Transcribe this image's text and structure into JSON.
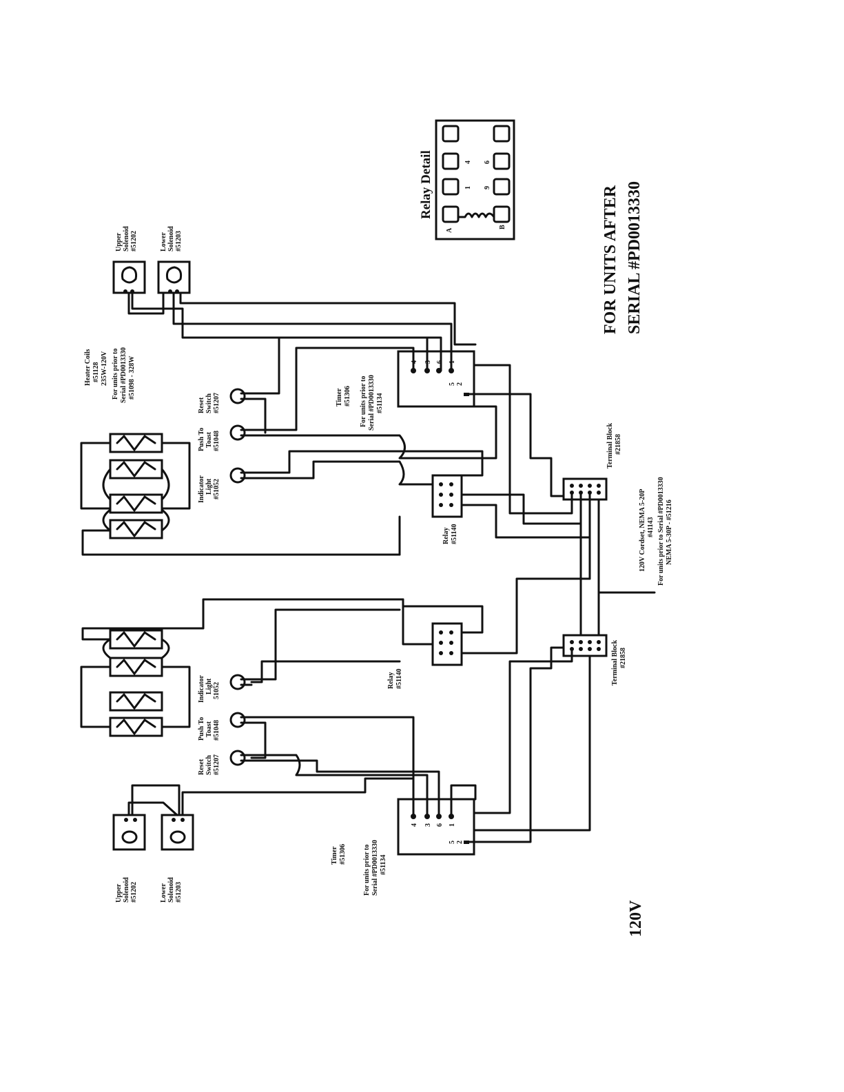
{
  "title": {
    "line1": "FOR UNITS AFTER",
    "line2": "SERIAL #PD0013330"
  },
  "voltage_label": "120V",
  "relay_detail": {
    "title": "Relay Detail",
    "pin_labels": [
      "A",
      "B",
      "1",
      "4",
      "9",
      "6"
    ]
  },
  "components": {
    "heater_coils": {
      "lines": [
        "Heater Coils",
        "#51128",
        "235W-120V",
        "For units prior to",
        "Serial #PD0013330",
        "#51098 - 328W"
      ]
    },
    "upper_solenoid_top": {
      "lines": [
        "Upper",
        "Solenoid",
        "#51202"
      ]
    },
    "lower_solenoid_top": {
      "lines": [
        "Lower",
        "Solenoid",
        "#51203"
      ]
    },
    "upper_solenoid_bottom": {
      "lines": [
        "Upper",
        "Solenoid",
        "#51202"
      ]
    },
    "lower_solenoid_bottom": {
      "lines": [
        "Lower",
        "Solenoid",
        "#51203"
      ]
    },
    "reset_switch_top": {
      "lines": [
        "Reset",
        "Switch",
        "#51207"
      ]
    },
    "push_to_toast_top": {
      "lines": [
        "Push To",
        "Toast",
        "#51048"
      ]
    },
    "indicator_light_top": {
      "lines": [
        "Indicator",
        "Light",
        "#51052"
      ]
    },
    "reset_switch_bottom": {
      "lines": [
        "Reset",
        "Switch",
        "#51207"
      ]
    },
    "push_to_toast_bottom": {
      "lines": [
        "Push To",
        "Toast",
        "#51048"
      ]
    },
    "indicator_light_bottom": {
      "lines": [
        "Indicator",
        "Light",
        "51052"
      ]
    },
    "timer_top": {
      "lines": [
        "Timer",
        "#51306",
        "For units prior to",
        "Serial #PD0013330",
        "#51134"
      ]
    },
    "timer_bottom": {
      "lines": [
        "Timer",
        "#51306",
        "For units prior to",
        "Serial #PD0013330",
        "#51134"
      ]
    },
    "relay_top": {
      "lines": [
        "Relay",
        "#51140"
      ]
    },
    "relay_bottom": {
      "lines": [
        "Relay",
        "#51140"
      ]
    },
    "terminal_block_top": {
      "lines": [
        "Terminal Block",
        "#21858"
      ]
    },
    "terminal_block_bottom": {
      "lines": [
        "Terminal Block",
        "#21858"
      ]
    },
    "power_cord": {
      "lines": [
        "120V Cordset, NEMA 5-20P",
        "#41143",
        "For units prior to Serial #PD0013330",
        "NEMA 5-30P - #51216"
      ]
    }
  },
  "timer_pin_labels": [
    "4",
    "3",
    "6",
    "1",
    "5",
    "2"
  ]
}
